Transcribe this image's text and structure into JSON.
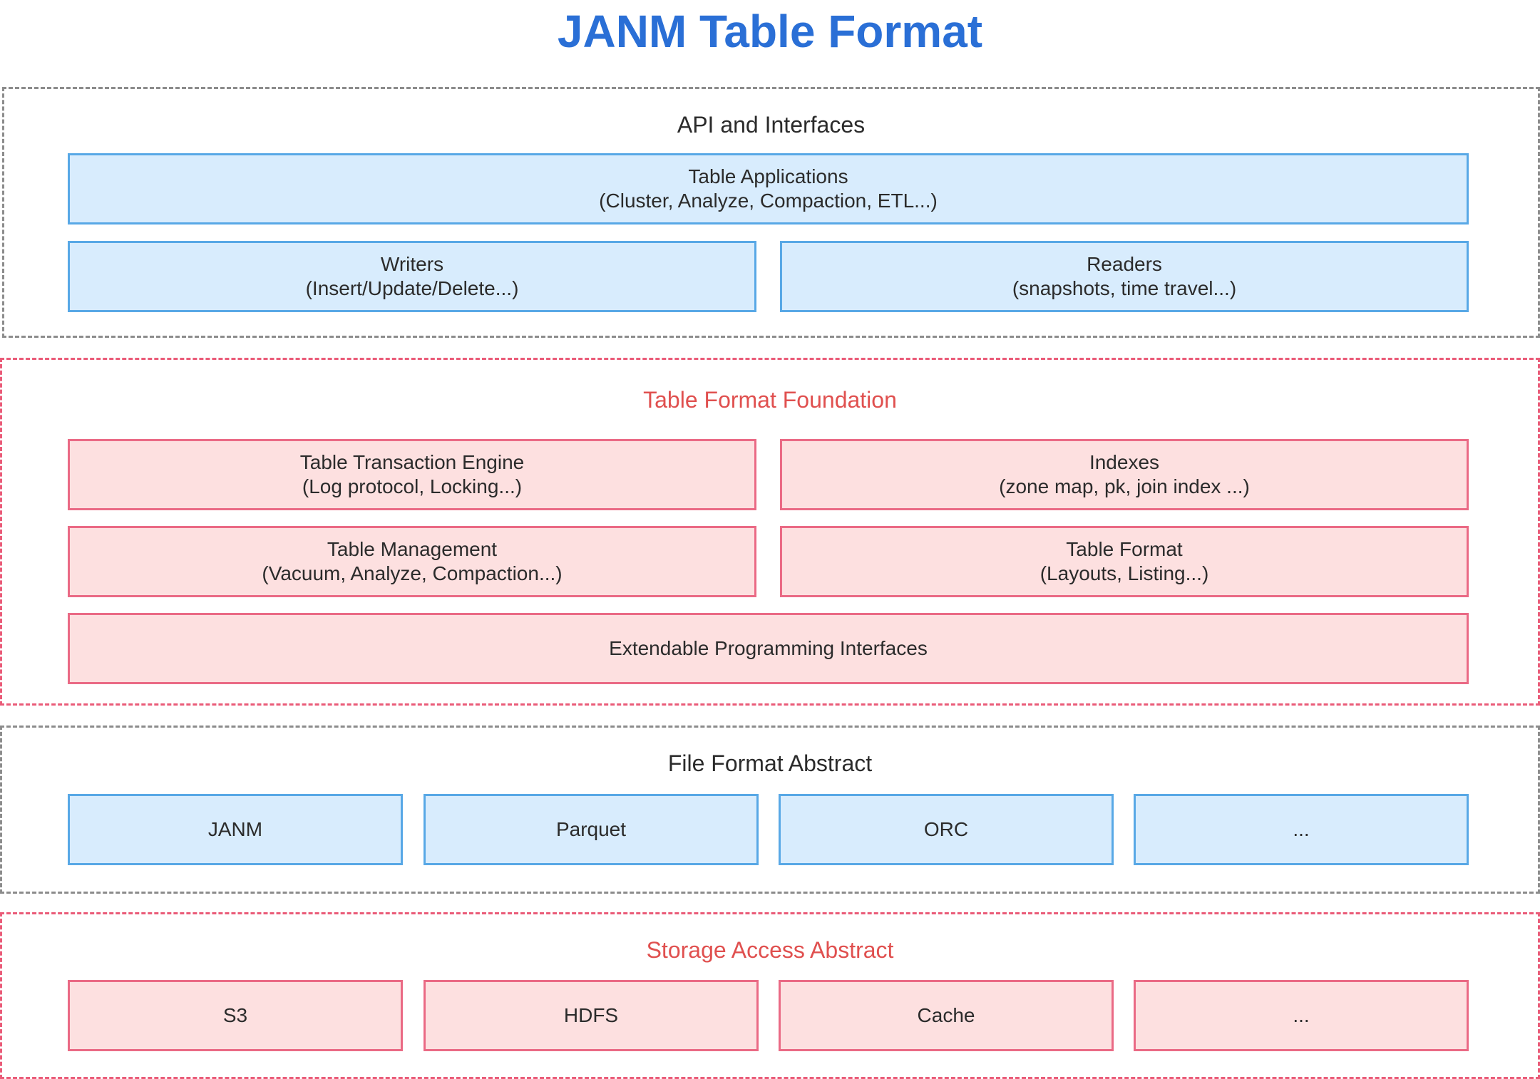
{
  "title": "JANM Table Format",
  "colors": {
    "title": "#2a6fd6",
    "gray_border": "#8c8c8c",
    "red_border": "#ea5b78",
    "red_heading": "#e0504f",
    "blue_fill": "#d8ecfd",
    "blue_stroke": "#58a8e6",
    "pink_fill": "#fde0e0",
    "pink_stroke": "#ea6a85"
  },
  "sections": {
    "api": {
      "title": "API and Interfaces",
      "table_apps": {
        "line1": "Table Applications",
        "line2": "(Cluster, Analyze, Compaction, ETL...)"
      },
      "writers": {
        "line1": "Writers",
        "line2": "(Insert/Update/Delete...)"
      },
      "readers": {
        "line1": "Readers",
        "line2": "(snapshots, time travel...)"
      }
    },
    "foundation": {
      "title": "Table Format Foundation",
      "transaction": {
        "line1": "Table Transaction Engine",
        "line2": "(Log protocol, Locking...)"
      },
      "indexes": {
        "line1": "Indexes",
        "line2": "(zone map, pk, join index ...)"
      },
      "management": {
        "line1": "Table Management",
        "line2": "(Vacuum, Analyze, Compaction...)"
      },
      "format": {
        "line1": "Table Format",
        "line2": "(Layouts, Listing...)"
      },
      "extendable": {
        "line1": "Extendable Programming Interfaces"
      }
    },
    "file_format": {
      "title": "File Format Abstract",
      "items": [
        "JANM",
        "Parquet",
        "ORC",
        "..."
      ]
    },
    "storage": {
      "title": "Storage Access Abstract",
      "items": [
        "S3",
        "HDFS",
        "Cache",
        "..."
      ]
    }
  }
}
